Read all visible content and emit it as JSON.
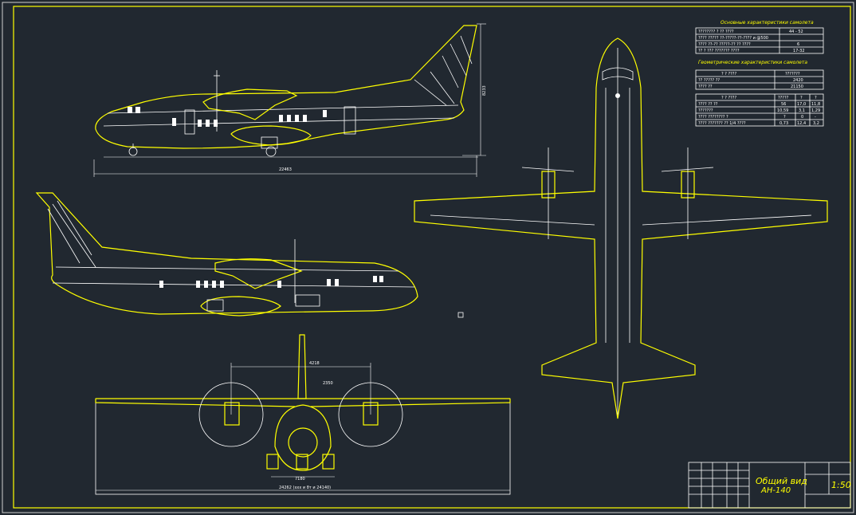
{
  "drawing": {
    "title_main": "Основные характеристики самолета",
    "title_geom": "Геометрические характеристики самолета",
    "stamp_title_line1": "Общий вид",
    "stamp_title_line2": "АН-140",
    "stamp_scale": "1:50"
  },
  "side_view": {
    "length_dim": "22463",
    "height_dim": "8233"
  },
  "front_view": {
    "span_dim": "24262 (ххх и 8т и 24140)",
    "track_dim": "7180",
    "prop_dim": "4218",
    "nose_dim": "2350"
  },
  "main_table": {
    "rows": [
      {
        "label": "???????? ? ?? ????",
        "value": "44 - 52"
      },
      {
        "label": "???? ????? ??-?????-??-???? и @500",
        "value": ""
      },
      {
        "label": "???? ??-?? ?????-?? ?? ????",
        "value": "6"
      },
      {
        "label": "?? ? ??? ??????? ????",
        "value": "17-32"
      }
    ]
  },
  "geom_table_1": {
    "headers": [
      "? ? ????",
      "???????"
    ],
    "rows": [
      {
        "label": "?? ????? ??",
        "value": "2420"
      },
      {
        "label": "???? ??",
        "value": "21150"
      }
    ]
  },
  "geom_table_2": {
    "headers": [
      "? ? ????",
      "?????",
      "?",
      "?"
    ],
    "rows": [
      {
        "label": "???? ?? ??",
        "c1": "56",
        "c2": "17,0",
        "c3": "11,8"
      },
      {
        "label": "???????",
        "c1": "10,59",
        "c2": "3,1",
        "c3": "1,29"
      },
      {
        "label": "???? ???????? ?",
        "c1": "?",
        "c2": "0",
        "c3": "-"
      },
      {
        "label": "???? ??????? ?? 1/4 ????",
        "c1": "0,73",
        "c2": "12,4",
        "c3": "3,2"
      }
    ]
  }
}
